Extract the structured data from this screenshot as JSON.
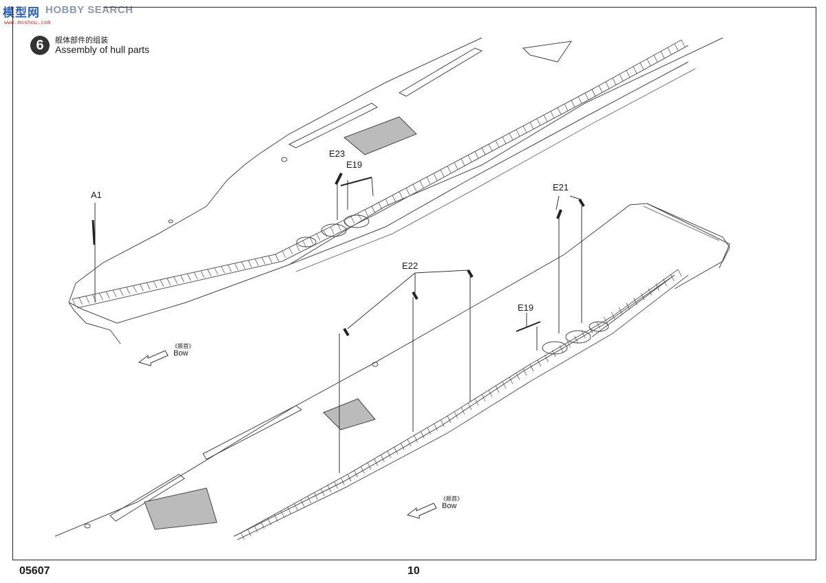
{
  "watermark": {
    "logo": "模型网",
    "text": "HOBBY SEARCH",
    "url": "www.moshou.com"
  },
  "step": {
    "number": "6",
    "title_zh": "舰体部件的组装",
    "title_en": "Assembly of hull parts"
  },
  "labels": {
    "a1": "A1",
    "e23": "E23",
    "e19_top": "E19",
    "e21": "E21",
    "e22": "E22",
    "e19_bottom": "E19"
  },
  "bow_top": {
    "zh": "《舰首》",
    "en": "Bow"
  },
  "bow_bottom": {
    "zh": "《舰首》",
    "en": "Bow"
  },
  "footer": {
    "product_code": "05607",
    "page_number": "10"
  }
}
